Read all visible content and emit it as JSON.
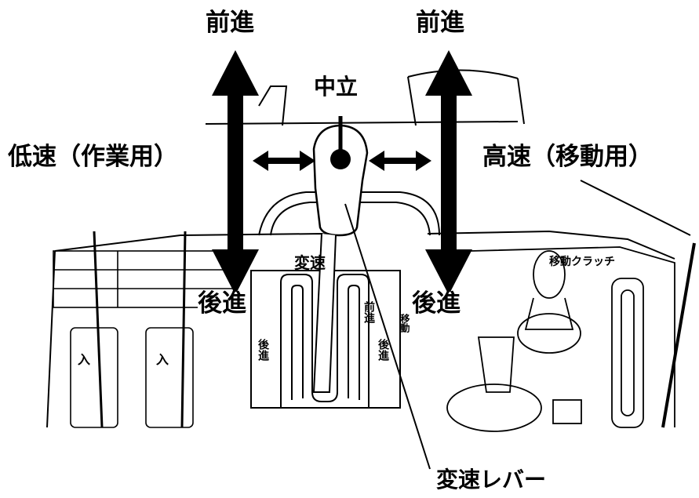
{
  "labels": {
    "forward_left": "前進",
    "forward_right": "前進",
    "neutral": "中立",
    "low_speed": "低速（作業用）",
    "high_speed": "高速（移動用）",
    "reverse_left": "後進",
    "reverse_right": "後進",
    "lever_name": "変速レバー"
  },
  "panel_prints": {
    "shift_title": "変速",
    "clutch_title": "移動クラッチ",
    "forward_print": "前進",
    "reverse_print_left": "後進",
    "reverse_print_right": "後進",
    "move_print": "移動",
    "left_entry": "入",
    "right_entry": "入"
  },
  "colors": {
    "ink": "#000000",
    "paper": "#ffffff"
  }
}
